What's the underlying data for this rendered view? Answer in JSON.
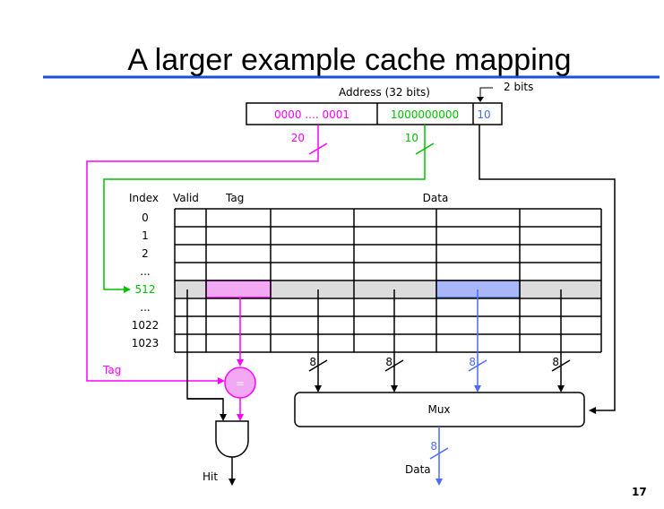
{
  "slide": {
    "title": "A larger example cache mapping",
    "page_number": "17",
    "colors": {
      "title_rule": "#1f4fd6",
      "tag": "#ff00ff",
      "index": "#00c000",
      "offset": "#4a6cf7",
      "highlight_row": "#dcdcdc",
      "tag_cell_fill": "#f3a8f3",
      "data_cell_fill": "#a9b6f7"
    }
  },
  "address": {
    "label": "Address (32 bits)",
    "tag_field": "0000 .... 0001",
    "index_field": "1000000000",
    "offset_field": "10",
    "offset_annotation": "2 bits",
    "tag_width": "20",
    "index_width": "10"
  },
  "table": {
    "headers": {
      "index": "Index",
      "valid": "Valid",
      "tag": "Tag",
      "data": "Data"
    },
    "row_labels": [
      "0",
      "1",
      "2",
      "...",
      "512",
      "...",
      "1022",
      "1023"
    ],
    "highlighted_index": "512"
  },
  "logic": {
    "tag_input_label": "Tag",
    "comparator_symbol": "=",
    "and_gate_output": "Hit",
    "mux_label": "Mux",
    "mux_input_widths": [
      "8",
      "8",
      "8",
      "8"
    ],
    "mux_output_width": "8",
    "mux_output_label": "Data"
  }
}
